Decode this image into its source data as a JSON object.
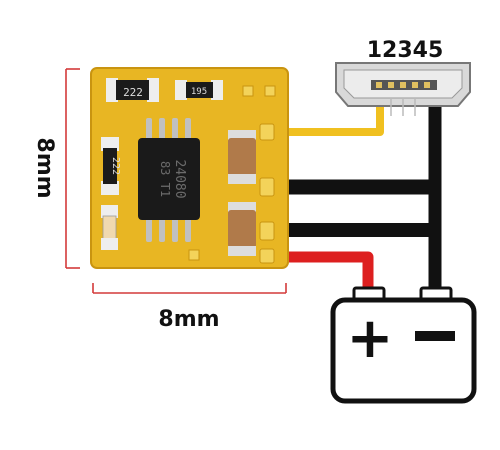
{
  "dimensions": {
    "height_label": "8mm",
    "width_label": "8mm"
  },
  "connector": {
    "pins_label": "12345",
    "pin_count": 5
  },
  "board": {
    "resistor_top_left": "222",
    "resistor_top_right": "195",
    "resistor_side": "222",
    "chip_line_1": "24080",
    "chip_line_2": "83 T1"
  },
  "battery": {
    "plus_symbol": "+",
    "minus_symbol": "−"
  },
  "colors": {
    "pcb": "#e8b623",
    "pcb_edge": "#c99410",
    "pad": "#f3d35a",
    "chip": "#1a1a1a",
    "dimension_line": "#d43a3a",
    "wire_yellow": "#f0c020",
    "wire_black": "#111111",
    "wire_red": "#dd1f1f",
    "capacitor": "#b07a4a"
  }
}
